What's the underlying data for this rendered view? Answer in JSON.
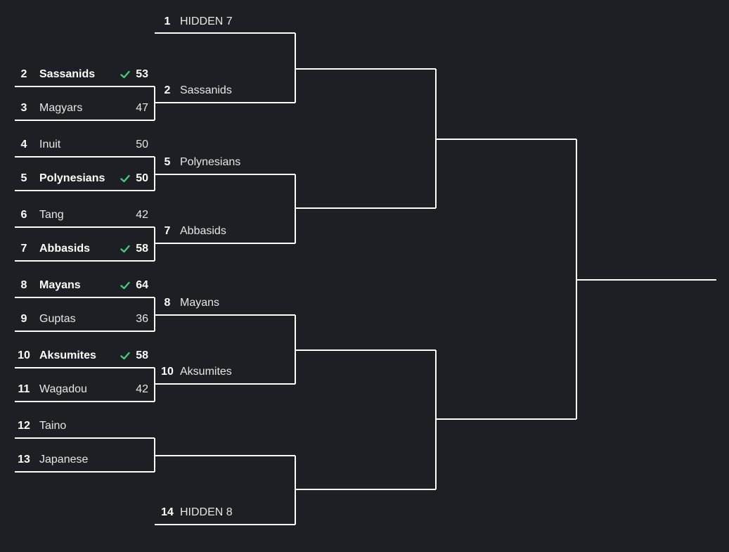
{
  "colors": {
    "background": "#1e1f24",
    "line": "#ffffff",
    "check": "#3fcf72",
    "text": "#e6e6e6"
  },
  "round1": [
    {
      "seed": "2",
      "name": "Sassanids",
      "score": "53",
      "winner": true
    },
    {
      "seed": "3",
      "name": "Magyars",
      "score": "47",
      "winner": false
    },
    {
      "seed": "4",
      "name": "Inuit",
      "score": "50",
      "winner": false
    },
    {
      "seed": "5",
      "name": "Polynesians",
      "score": "50",
      "winner": true
    },
    {
      "seed": "6",
      "name": "Tang",
      "score": "42",
      "winner": false
    },
    {
      "seed": "7",
      "name": "Abbasids",
      "score": "58",
      "winner": true
    },
    {
      "seed": "8",
      "name": "Mayans",
      "score": "64",
      "winner": true
    },
    {
      "seed": "9",
      "name": "Guptas",
      "score": "36",
      "winner": false
    },
    {
      "seed": "10",
      "name": "Aksumites",
      "score": "58",
      "winner": true
    },
    {
      "seed": "11",
      "name": "Wagadou",
      "score": "42",
      "winner": false
    },
    {
      "seed": "12",
      "name": "Taino",
      "score": "",
      "winner": false
    },
    {
      "seed": "13",
      "name": "Japanese",
      "score": "",
      "winner": false
    }
  ],
  "round2": [
    {
      "seed": "1",
      "name": "HIDDEN 7"
    },
    {
      "seed": "2",
      "name": "Sassanids"
    },
    {
      "seed": "5",
      "name": "Polynesians"
    },
    {
      "seed": "7",
      "name": "Abbasids"
    },
    {
      "seed": "8",
      "name": "Mayans"
    },
    {
      "seed": "10",
      "name": "Aksumites"
    },
    {
      "seed": "14",
      "name": "HIDDEN 8"
    }
  ]
}
